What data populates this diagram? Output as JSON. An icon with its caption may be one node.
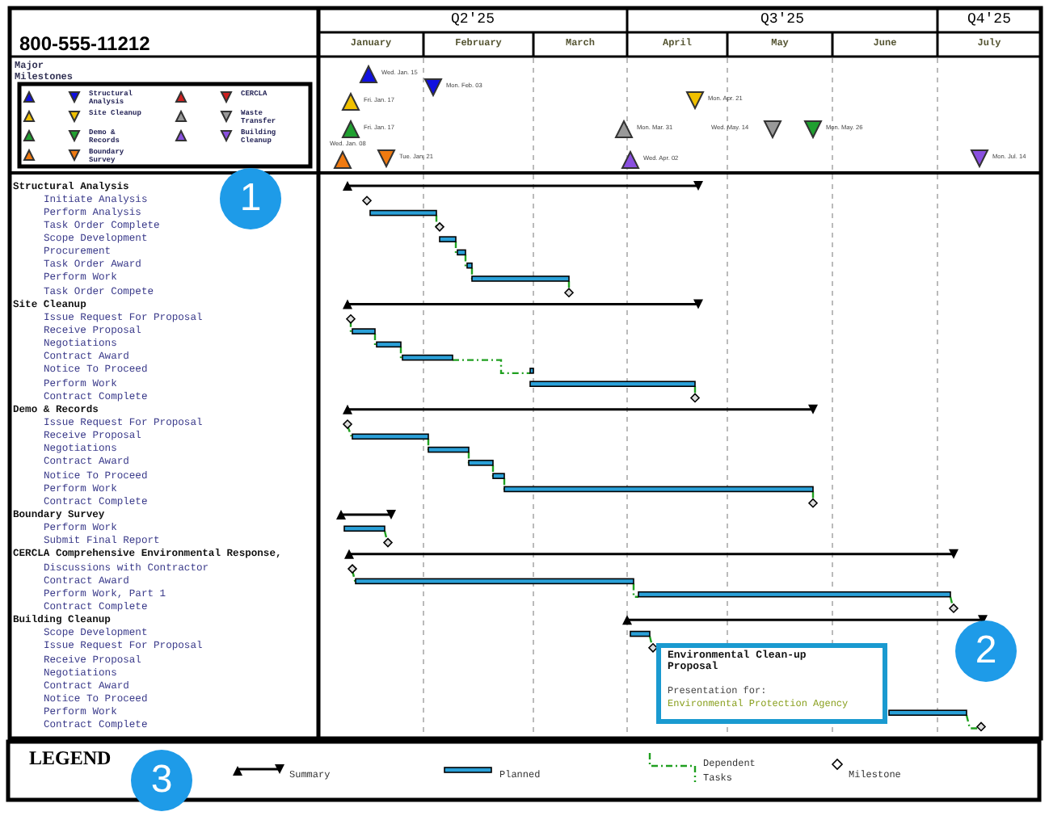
{
  "diagram": {
    "labels": [
      "800-555-11212",
      "Q2'25",
      "Q3'25",
      "Q4'25",
      "January",
      "February",
      "March",
      "April",
      "May",
      "June",
      "July",
      "Major Milestones",
      "Structural Analysis",
      "CERCLA",
      "Site Cleanup",
      "Waste Transfer",
      "Demo & Records",
      "Building Cleanup",
      "Boundary Survey",
      "Wed. Jan. 15",
      "Mon. Feb. 03",
      "Fri. Jan. 17",
      "Mon. Apr. 21",
      "Fri. Jan. 17",
      "Mon. Mar. 31",
      "Wed. May. 14",
      "Mon. May. 26",
      "Wed. Jan. 08",
      "Tue. Jan. 21",
      "Wed. Apr. 02",
      "Mon. Jul. 14",
      "Structural Analysis",
      "Initiate Analysis",
      "Perform Analysis",
      "Task Order Complete",
      "Scope Development",
      "Procurement",
      "Task Order Award",
      "Perform Work",
      "Task Order Compete",
      "Site Cleanup",
      "Issue Request For Proposal",
      "Receive Proposal",
      "Negotiations",
      "Contract Award",
      "Notice To Proceed",
      "Perform Work",
      "Contract Complete",
      "Demo & Records",
      "Issue Request For Proposal",
      "Receive Proposal",
      "Negotiations",
      "Contract Award",
      "Notice To Proceed",
      "Perform Work",
      "Contract Complete",
      "Boundary Survey",
      "Perform Work",
      "Submit Final Report",
      "CERCLA  Comprehensive Environmental Response,",
      "Discussions with Contractor",
      "Contract Award",
      "Perform Work, Part 1",
      "Contract Complete",
      "Building Cleanup",
      "Scope Development",
      "Issue Request For Proposal",
      "Receive Proposal",
      "Negotiations",
      "Contract Award",
      "Notice To Proceed",
      "Perform Work",
      "Contract Complete",
      "Environmental Clean-up Proposal",
      "Presentation for:",
      "Environmental Protection Agency",
      "LEGEND",
      "1",
      "2",
      "3"
    ],
    "legend": [
      {
        "text": "Summary"
      },
      {
        "text": "Planned"
      },
      {
        "text": "Dependent Tasks"
      },
      {
        "text": "Milestone"
      }
    ]
  }
}
